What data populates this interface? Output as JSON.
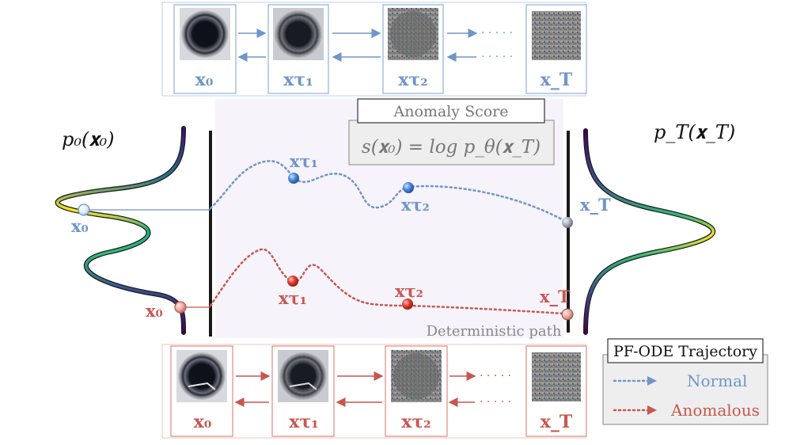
{
  "labels": {
    "p0": "p₀(𝐱₀)",
    "pT": "p_T(𝐱_T)",
    "score_title": "Anomaly Score",
    "score_formula": "s(𝐱₀) = log p_θ(𝐱_T)",
    "deterministic_path": "Deterministic path"
  },
  "frames": {
    "x0": "𝐱₀",
    "xt1": "𝐱τ₁",
    "xt2": "𝐱τ₂",
    "xT": "𝐱_T"
  },
  "points": {
    "x0": "𝐱₀",
    "xt1": "𝐱τ₁",
    "xt2": "𝐱τ₂",
    "xT": "𝐱_T"
  },
  "legend": {
    "title": "PF-ODE Trajectory",
    "normal": "Normal",
    "anomalous": "Anomalous"
  },
  "dots": "· · · · ·",
  "colors": {
    "normal": "#6f95c9",
    "anomalous": "#c9574f",
    "panel": "#f7f4fb"
  }
}
